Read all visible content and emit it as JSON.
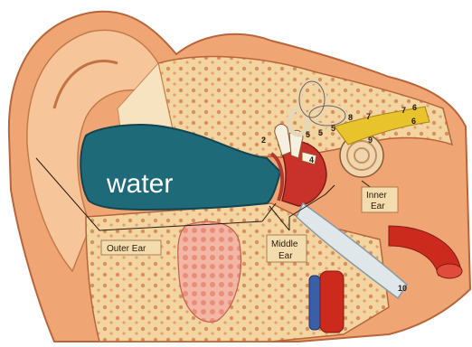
{
  "diagram": {
    "water_label": "water",
    "labels": {
      "outer_ear": "Outer Ear",
      "middle_ear_line1": "Middle",
      "middle_ear_line2": "Ear",
      "inner_ear_line1": "Inner",
      "inner_ear_line2": "Ear"
    },
    "numbers": {
      "n2": "2",
      "n4": "4",
      "n5a": "5",
      "n5b": "5",
      "n5c": "5",
      "n6a": "6",
      "n6b": "6",
      "n7a": "7",
      "n7b": "7",
      "n8": "8",
      "n9": "9",
      "n10": "10"
    },
    "colors": {
      "water": "#1f6a78",
      "skin": "#f2b07e",
      "bone": "#f4d9a8",
      "cartilage": "#f7e6c8",
      "artery": "#cc2a1c",
      "vein": "#3a5fa8",
      "nerve": "#e9c32c"
    }
  }
}
